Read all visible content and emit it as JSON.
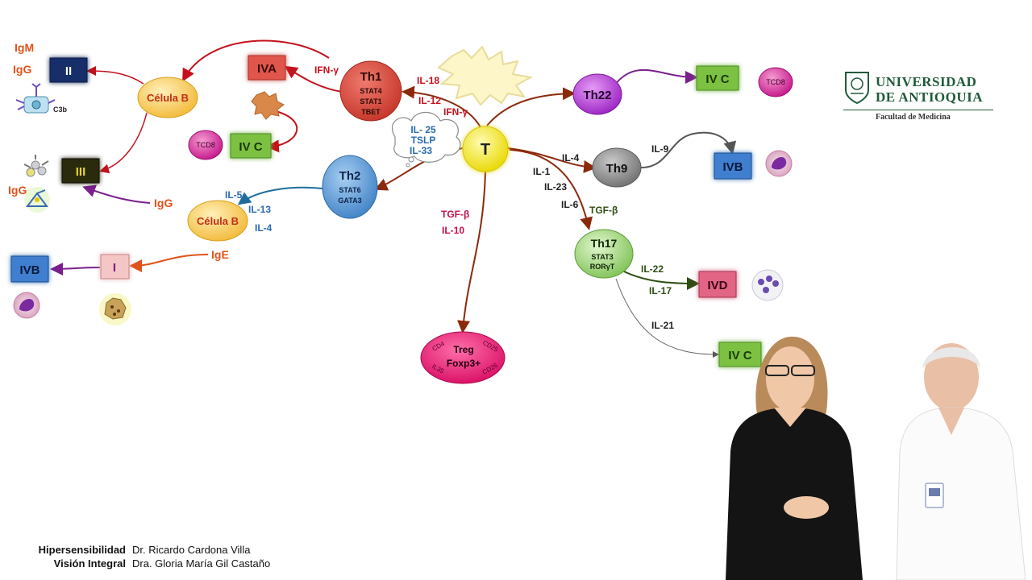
{
  "logo": {
    "line1": "UNIVERSIDAD",
    "line2": "DE ANTIOQUIA",
    "faculty": "Facultad de Medicina"
  },
  "credits": {
    "title1": "Hipersensibilidad",
    "title2": "Visión Integral",
    "author1": "Dr. Ricardo Cardona Villa",
    "author2": "Dra. Gloria María Gil Castaño"
  },
  "nodes": {
    "t": "T",
    "th1": {
      "name": "Th1",
      "l1": "STAT4",
      "l2": "STAT1",
      "l3": "TBET"
    },
    "th2": {
      "name": "Th2",
      "l1": "STAT6",
      "l2": "GATA3"
    },
    "th9": "Th9",
    "th17": {
      "name": "Th17",
      "l1": "STAT3",
      "l2": "RORγT"
    },
    "th22": "Th22",
    "treg": {
      "name": "Treg",
      "l1": "Foxp3+",
      "m1": "CD4",
      "m2": "CD25",
      "m3": "IL35",
      "m4": "CD26"
    },
    "bcell_top": "Célula B",
    "bcell_mid": "Célula B",
    "tcd8_a": "TCD8",
    "tcd8_b": "TCD8"
  },
  "boxes": {
    "ii": "II",
    "iii": "III",
    "iva": "IVA",
    "ivc_left": "IV C",
    "ivc_top": "IV C",
    "ivb_right": "IVB",
    "ivb_left": "IVB",
    "i": "I",
    "ivd": "IVD",
    "ivc_bottom": "IV C"
  },
  "labels": {
    "igm": "IgM",
    "igg_top": "IgG",
    "c3b": "C3b",
    "igg_left": "IgG",
    "igg_arrow": "IgG",
    "ige": "IgE",
    "ifn_left": "IFN-γ",
    "il18": "IL-18",
    "il12": "IL-12",
    "ifn_right": "IFN-γ",
    "cloud1": "IL- 25",
    "cloud2": "TSLP",
    "cloud3": "IL-33",
    "il5": "IL-5",
    "il13": "IL-13",
    "il4_left": "IL-4",
    "tgfb_left": "TGF-β",
    "il10": "IL-10",
    "il4_right": "IL-4",
    "il9": "IL-9",
    "il1": "IL-1",
    "il23": "IL-23",
    "il6": "IL-6",
    "tgfb_right": "TGF-β",
    "il22": "IL-22",
    "il17": "IL-17",
    "il21": "IL-21"
  },
  "colors": {
    "t": "#f5e800",
    "th1": "#d9473a",
    "th2": "#5b9bd8",
    "th9": "#8a8a8a",
    "th17": "#9ed67a",
    "th22": "#b23ad6",
    "treg": "#e0116e",
    "bcell": "#f7c85a",
    "box_ii": "#152f6b",
    "box_iii": "#2c2c10",
    "box_iva": "#e0564b",
    "box_ivc": "#7cc143",
    "box_ivb": "#3f7fd0",
    "box_i": "#f4c6c6",
    "box_ivd": "#e26585"
  }
}
